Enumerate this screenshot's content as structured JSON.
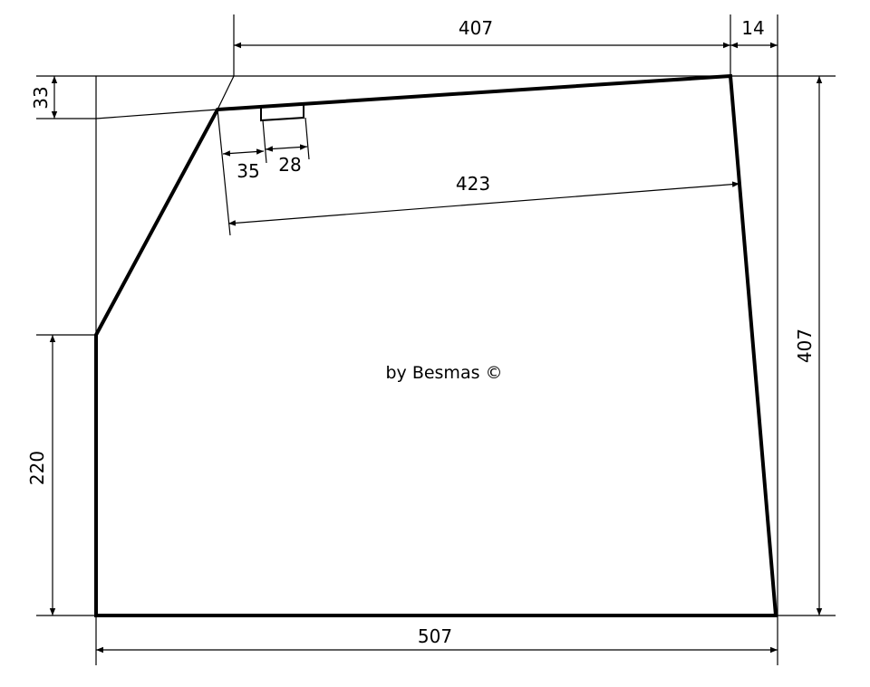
{
  "dimensions": {
    "top_width": "407",
    "top_right_offset": "14",
    "left_top_drop": "33",
    "notch_offset": "35",
    "notch_width": "28",
    "diagonal_top": "423",
    "right_height": "407",
    "left_height": "220",
    "bottom_width": "507"
  },
  "credit": "by Besmas ©",
  "colors": {
    "line": "#000000",
    "background": "#ffffff"
  }
}
